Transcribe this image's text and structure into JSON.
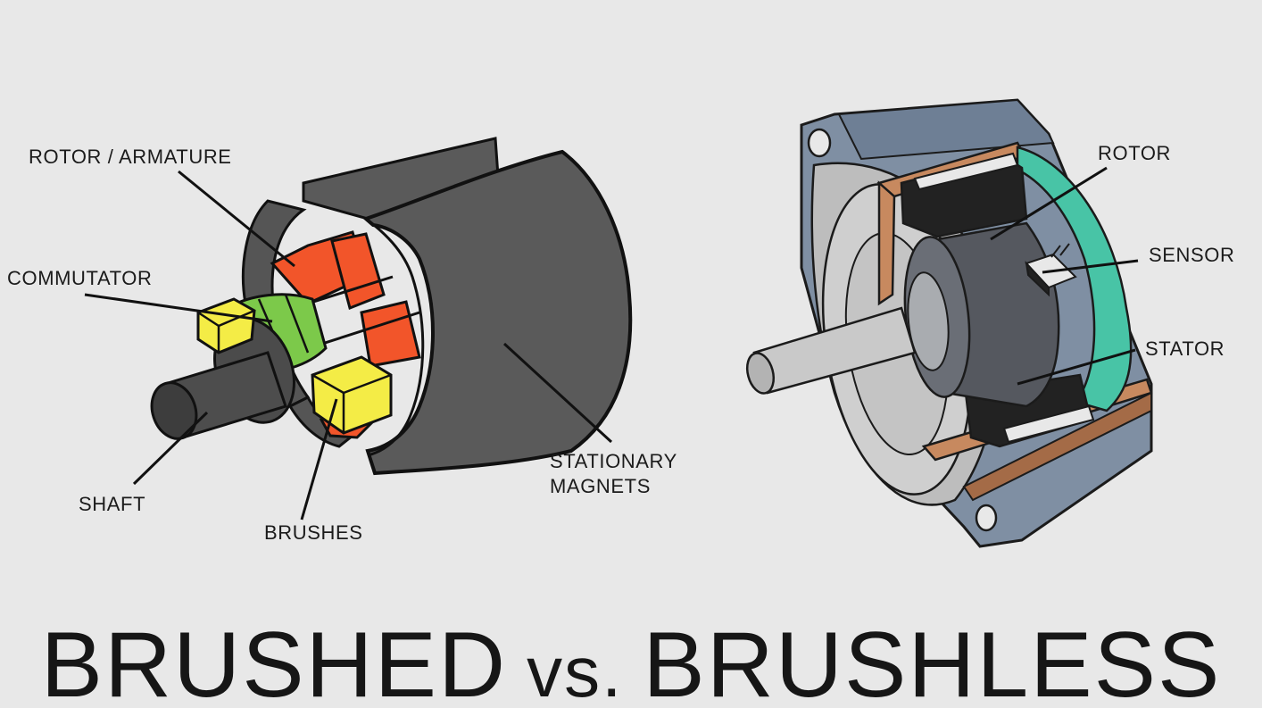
{
  "title": {
    "left": "BRUSHED",
    "middle": "vs.",
    "right": "BRUSHLESS"
  },
  "brushed": {
    "labels": {
      "rotor_armature": "ROTOR / ARMATURE",
      "commutator": "COMMUTATOR",
      "shaft": "SHAFT",
      "brushes": "BRUSHES",
      "stationary_magnets_line1": "STATIONARY",
      "stationary_magnets_line2": "MAGNETS"
    }
  },
  "brushless": {
    "labels": {
      "rotor": "ROTOR",
      "sensor": "SENSOR",
      "stator": "STATOR"
    }
  },
  "colors": {
    "background": "#e8e8e8",
    "magnet_gray": "#5a5a5a",
    "armature_orange": "#f2552a",
    "commutator_green": "#7cc94a",
    "brush_yellow": "#f4ec46",
    "housing_blue": "#7f8fa3",
    "housing_copper": "#c7895f",
    "rotor_teal": "#48c4a6",
    "rotor_dark": "#55585f"
  }
}
